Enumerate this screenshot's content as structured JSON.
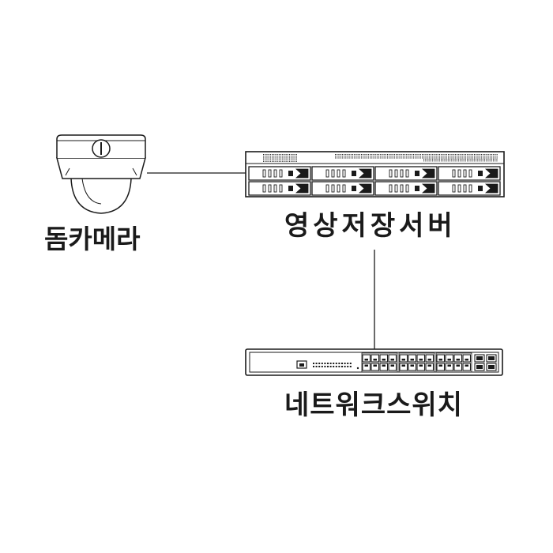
{
  "devices": {
    "camera": {
      "label": "돔카메라",
      "icon": "dome-camera-icon"
    },
    "nvr": {
      "label": "영상저장서버",
      "icon": "nvr-server-icon",
      "drive_bays": 8
    },
    "switch": {
      "label": "네트워크스위치",
      "icon": "network-switch-icon",
      "ethernet_ports": 24,
      "sfp_ports": 4
    }
  },
  "connections": [
    {
      "from": "camera",
      "to": "nvr"
    },
    {
      "from": "nvr",
      "to": "switch"
    }
  ],
  "colors": {
    "stroke": "#1a1a1a",
    "background": "#ffffff"
  }
}
